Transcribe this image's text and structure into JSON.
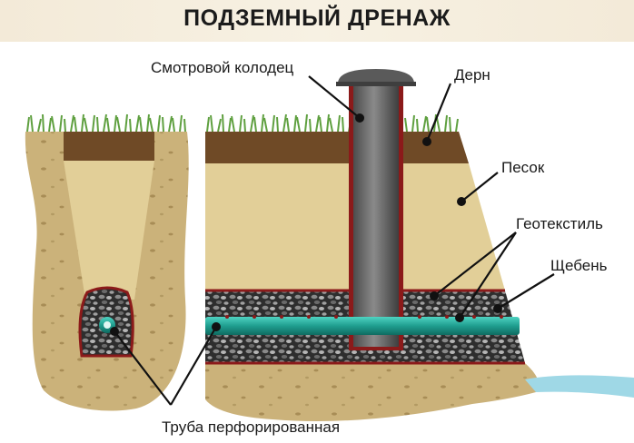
{
  "title": "ПОДЗЕМНЫЙ ДРЕНАЖ",
  "labels": {
    "manhole": "Смотровой колодец",
    "turf": "Дерн",
    "sand": "Песок",
    "geotextile": "Геотекстиль",
    "gravel": "Щебень",
    "pipe": "Труба перфорированная"
  },
  "colors": {
    "soil": "#cbb27a",
    "sand_fill": "#e2cf98",
    "turf_layer": "#6f4a26",
    "grass": "#5fa040",
    "gravel": "#3a3a3a",
    "geotextile": "#8b1a1a",
    "pipe": "#1f9e8f",
    "manhole": "#6b6b6b",
    "water": "#9fd8e6"
  }
}
